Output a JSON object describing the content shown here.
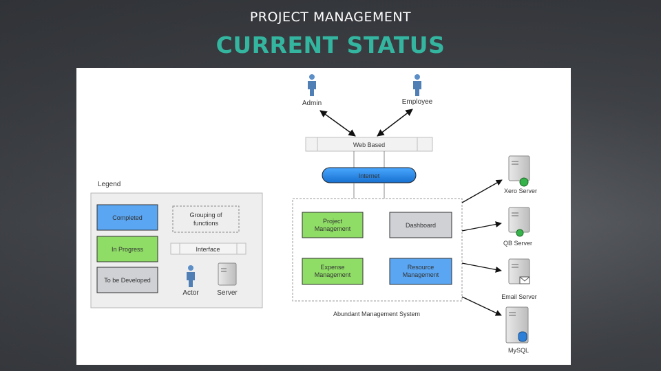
{
  "header": {
    "subtitle": "PROJECT MANAGEMENT",
    "title": "CURRENT STATUS"
  },
  "colors": {
    "title_accent": "#33b5a0",
    "completed": "#5aa6f2",
    "in_progress": "#8fdd66",
    "to_be_developed": "#cfd1d5",
    "internet": "#1e88e5"
  },
  "diagram": {
    "actors": {
      "admin": "Admin",
      "employee": "Employee"
    },
    "web_based": "Web Based",
    "internet": "Internet",
    "system_label": "Abundant Management System",
    "modules": {
      "project_management": [
        "Project",
        "Management"
      ],
      "dashboard": "Dashboard",
      "expense_management": [
        "Expense",
        "Management"
      ],
      "resource_management": [
        "Resource",
        "Management"
      ]
    },
    "servers": {
      "xero": "Xero Server",
      "qb": "QB Server",
      "email": "Email Server",
      "mysql": "MySQL"
    },
    "legend": {
      "title": "Legend",
      "completed": "Completed",
      "in_progress": "In Progress",
      "to_be_developed": "To be Developed",
      "grouping": [
        "Grouping of",
        "functions"
      ],
      "interface": "Interface",
      "actor": "Actor",
      "server": "Server"
    }
  }
}
